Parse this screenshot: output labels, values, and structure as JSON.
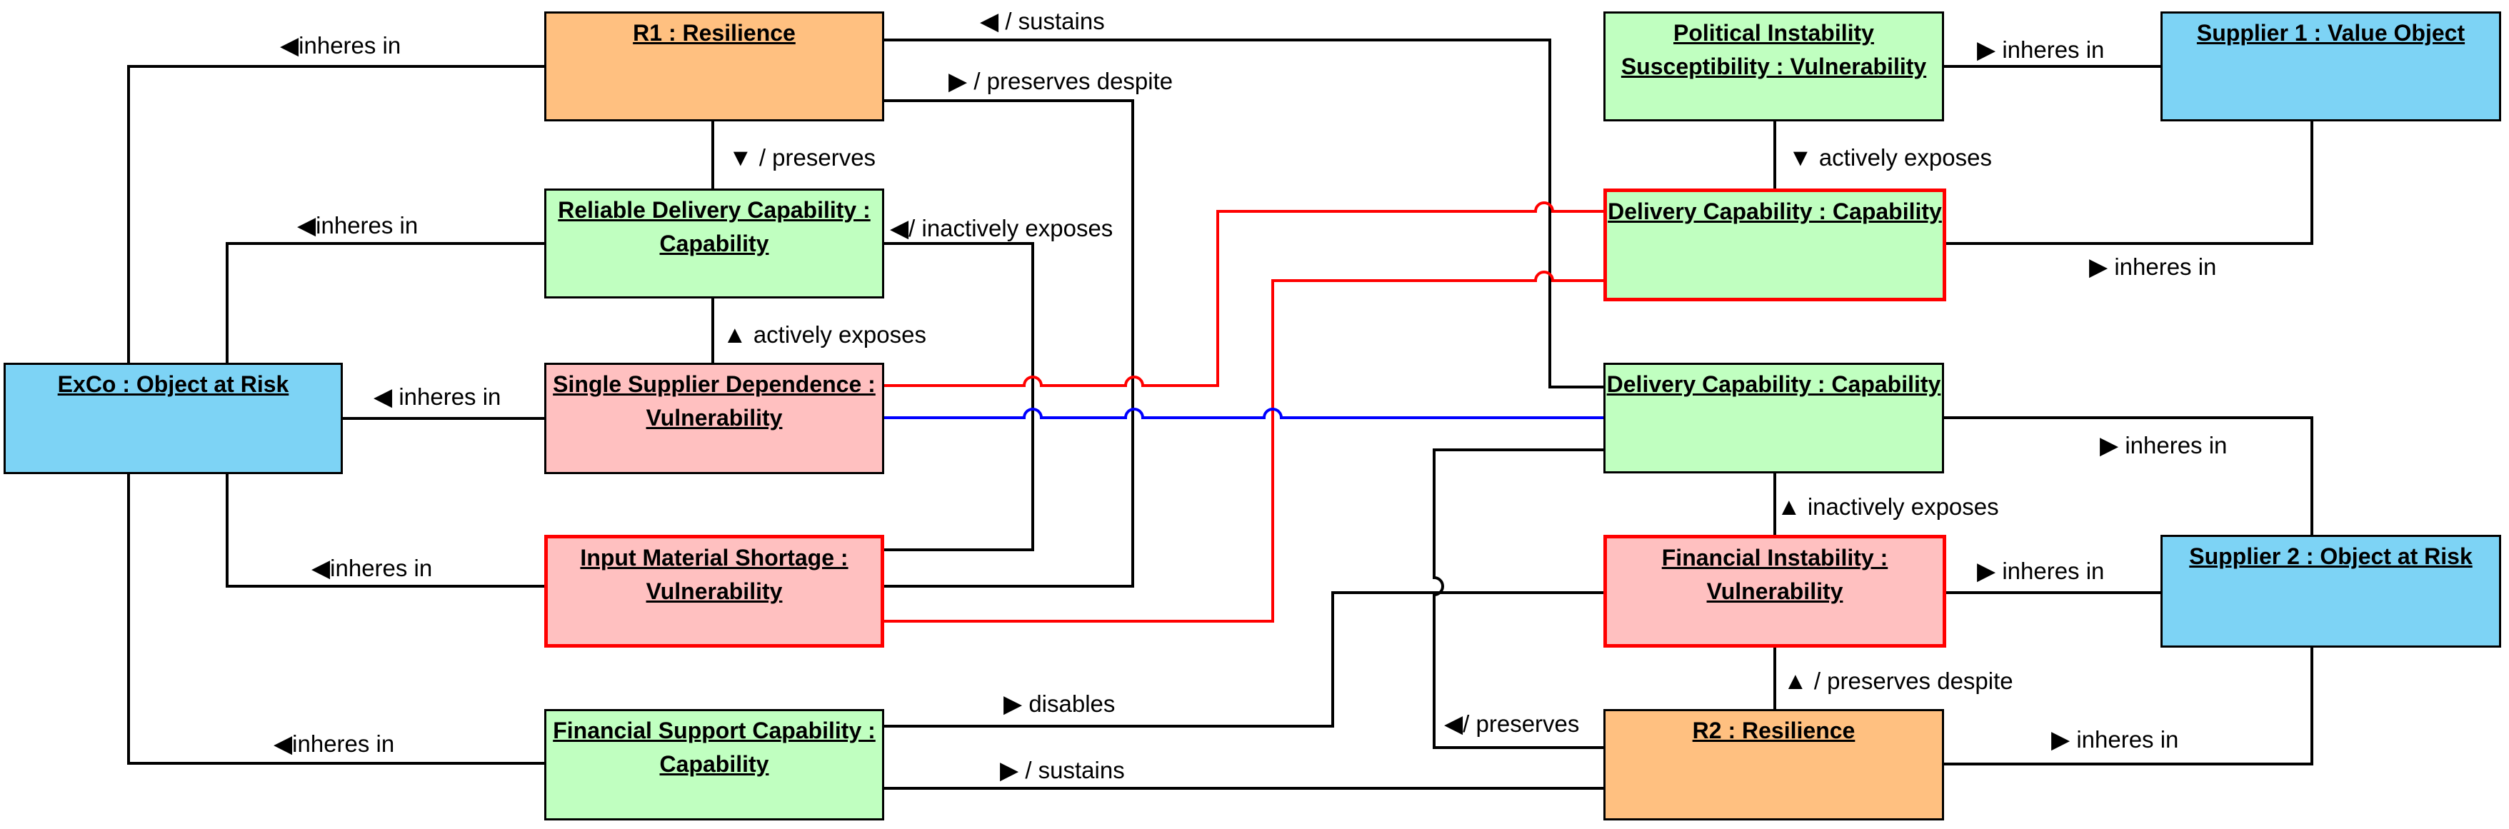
{
  "nodes": {
    "r1": "R1 : Resilience",
    "reliable_delivery": "Reliable Delivery Capability : Capability",
    "single_supplier": "Single Supplier Dependence : Vulnerability",
    "input_shortage": "Input Material Shortage : Vulnerability",
    "financial_support": "Financial Support Capability : Capability",
    "exco": "ExCo : Object at Risk",
    "political": "Political Instability Susceptibility : Vulnerability",
    "delivery_cap_1": "Delivery Capability : Capability",
    "delivery_cap_2": "Delivery Capability : Capability",
    "financial_instability": "Financial Instability : Vulnerability",
    "r2": "R2 : Resilience",
    "supplier1": "Supplier 1 : Value Object",
    "supplier2": "Supplier 2 : Object at Risk"
  },
  "labels": {
    "inheres_in_r1": "inheres in",
    "sustains_top": "/ sustains",
    "preserves_despite_top": "/ preserves despite",
    "preserves_mid": "/ preserves",
    "inheres_in_rdc": "inheres in",
    "inactively_exposes_left": "/ inactively exposes",
    "actively_exposes_left": "actively exposes",
    "inheres_in_ssd": "inheres in",
    "inheres_in_ims": "inheres in",
    "disables": "disables",
    "inheres_in_fsc": "inheres in",
    "sustains_bottom": "/ sustains",
    "inheres_in_pol": "inheres in",
    "actively_exposes_right": "actively exposes",
    "inheres_in_dc1": "inheres in",
    "inheres_in_dc2": "inheres in",
    "inactively_exposes_right": "inactively exposes",
    "inheres_in_fi": "inheres in",
    "preserves_despite_bottom": "/ preserves despite",
    "preserves_right": "/ preserves",
    "inheres_in_r2": "inheres in"
  },
  "colors": {
    "capability": "#c0ffc0",
    "object": "#7dd3f5",
    "resilience": "#ffc080",
    "vulnerability": "#ffc0c0",
    "red_link": "#ff0000",
    "blue_link": "#0000ff"
  }
}
